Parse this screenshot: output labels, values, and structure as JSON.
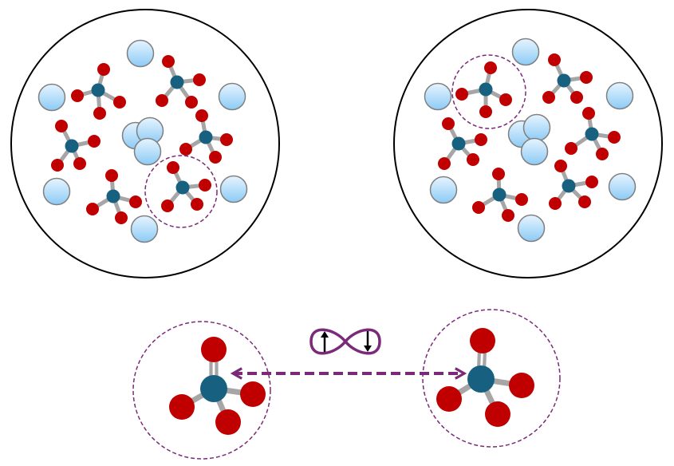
{
  "colors": {
    "oxygen": "#C00000",
    "central_atom": "#17607F",
    "bond": "#A6A6A6",
    "ion_fill_top": "#E6F4FF",
    "ion_fill_bottom": "#8CCBF5",
    "ion_stroke": "#7F7F7F",
    "highlight": "#7B2A7A",
    "container": "#000000"
  },
  "panels": [
    {
      "name": "left-container",
      "molecule_count": 6,
      "ion_count": 9
    },
    {
      "name": "right-container",
      "molecule_count": 6,
      "ion_count": 9
    }
  ],
  "legend": {
    "symbol": "infinity-spin-up-down-icon"
  }
}
